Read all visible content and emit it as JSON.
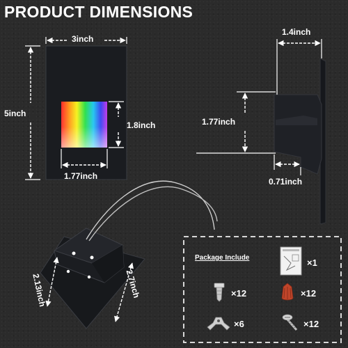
{
  "title": "PRODUCT DIMENSIONS",
  "front_view": {
    "width_label": "3inch",
    "height_label": "5inch",
    "window_height_label": "1.8inch",
    "window_width_label": "1.77inch"
  },
  "side_view": {
    "depth_label": "1.4inch",
    "box_height_label": "1.77inch",
    "box_depth_label": "0.71inch"
  },
  "mount_view": {
    "length_label": "2.13inch",
    "width_label": "2.7inch"
  },
  "package": {
    "title": "Package Include",
    "items": [
      {
        "icon": "manual-icon",
        "qty": "×1"
      },
      {
        "icon": "anchor-icon",
        "qty": "×12"
      },
      {
        "icon": "wire-nut-icon",
        "qty": "×12"
      },
      {
        "icon": "bracket-icon",
        "qty": "×6"
      },
      {
        "icon": "screw-icon",
        "qty": "×12"
      }
    ]
  },
  "colors": {
    "background": "#2b2b2b",
    "product_body": "#1a1c20",
    "wire_nut": "#c0452a",
    "text": "#ffffff"
  }
}
